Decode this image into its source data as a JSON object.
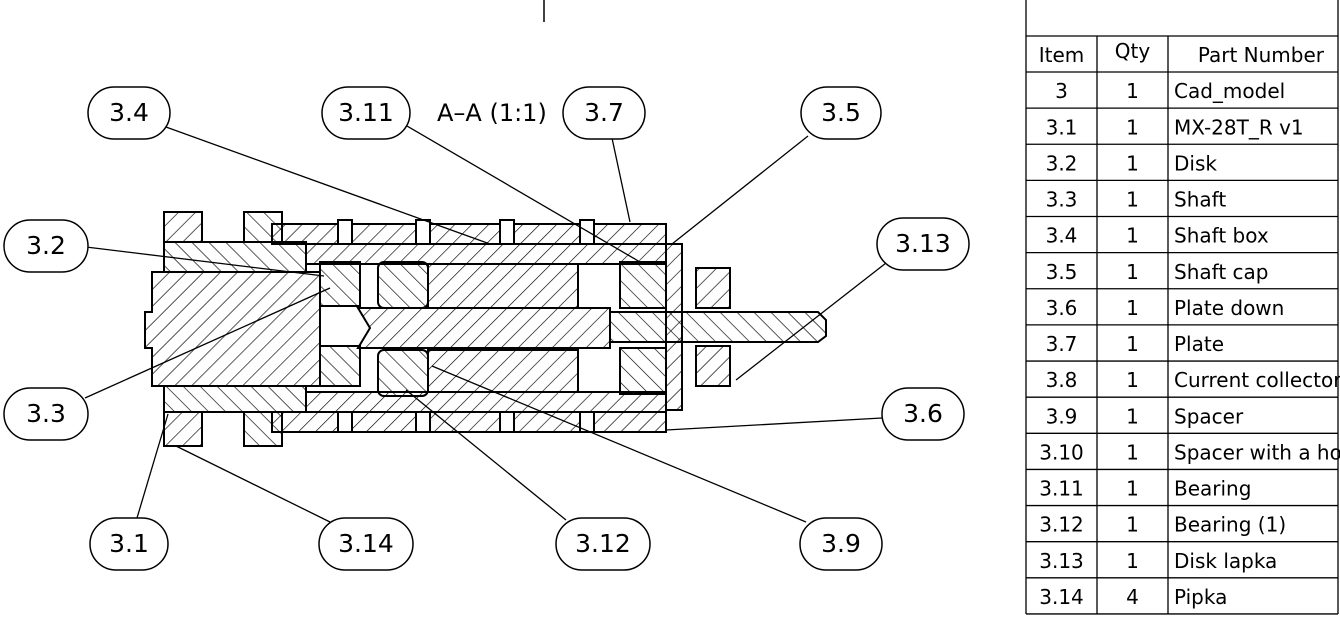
{
  "view_title": "A–A (1:1)",
  "balloons": {
    "b34": "3.4",
    "b311": "3.11",
    "b37": "3.7",
    "b35": "3.5",
    "b32": "3.2",
    "b313": "3.13",
    "b33": "3.3",
    "b36": "3.6",
    "b31": "3.1",
    "b314": "3.14",
    "b312": "3.12",
    "b39": "3.9"
  },
  "bom": {
    "headers": [
      "Item",
      "Qty",
      "Part Number"
    ],
    "rows": [
      [
        "3",
        "1",
        "Cad_model"
      ],
      [
        "3.1",
        "1",
        "MX-28T_R v1"
      ],
      [
        "3.2",
        "1",
        "Disk"
      ],
      [
        "3.3",
        "1",
        "Shaft"
      ],
      [
        "3.4",
        "1",
        "Shaft box"
      ],
      [
        "3.5",
        "1",
        "Shaft cap"
      ],
      [
        "3.6",
        "1",
        "Plate down"
      ],
      [
        "3.7",
        "1",
        "Plate"
      ],
      [
        "3.8",
        "1",
        "Current collector"
      ],
      [
        "3.9",
        "1",
        "Spacer"
      ],
      [
        "3.10",
        "1",
        "Spacer with a hole"
      ],
      [
        "3.11",
        "1",
        "Bearing"
      ],
      [
        "3.12",
        "1",
        "Bearing (1)"
      ],
      [
        "3.13",
        "1",
        "Disk lapka"
      ],
      [
        "3.14",
        "4",
        "Pipka"
      ]
    ]
  }
}
